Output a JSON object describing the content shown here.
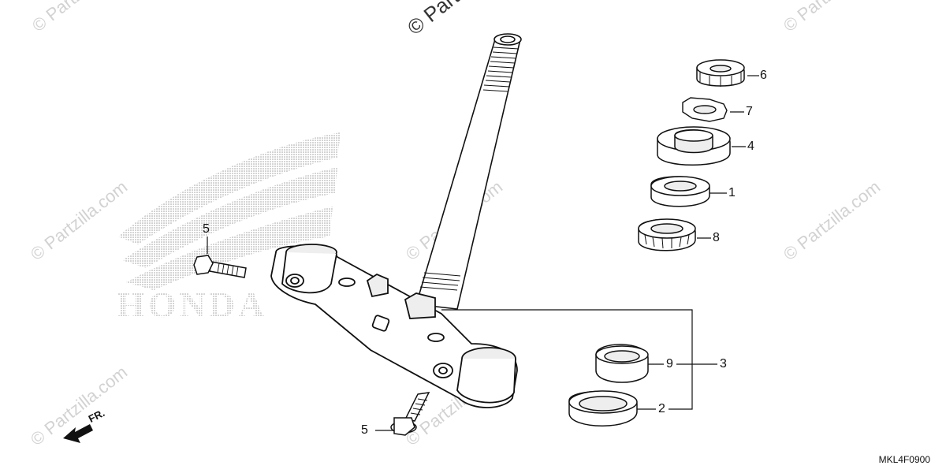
{
  "watermarks": [
    "© Partzilla.com",
    "© Partzilla.com",
    "© Partzilla.com",
    "© Partzilla.com",
    "© Partzilla.com",
    "© Partzilla.com",
    "© Partzilla.com"
  ],
  "top_watermark": "© Partz",
  "brand_logo_text": "HONDA",
  "front_indicator": "FR.",
  "diagram_code": "MKL4F0900",
  "callouts": {
    "c1": "1",
    "c2": "2",
    "c3": "3",
    "c4": "4",
    "c5a": "5",
    "c5b": "5",
    "c6": "6",
    "c7": "7",
    "c8": "8",
    "c9": "9"
  },
  "colors": {
    "line": "#111111",
    "fill": "#ffffff",
    "shade": "#eeeeee",
    "watermark": "#d2d2d2"
  }
}
